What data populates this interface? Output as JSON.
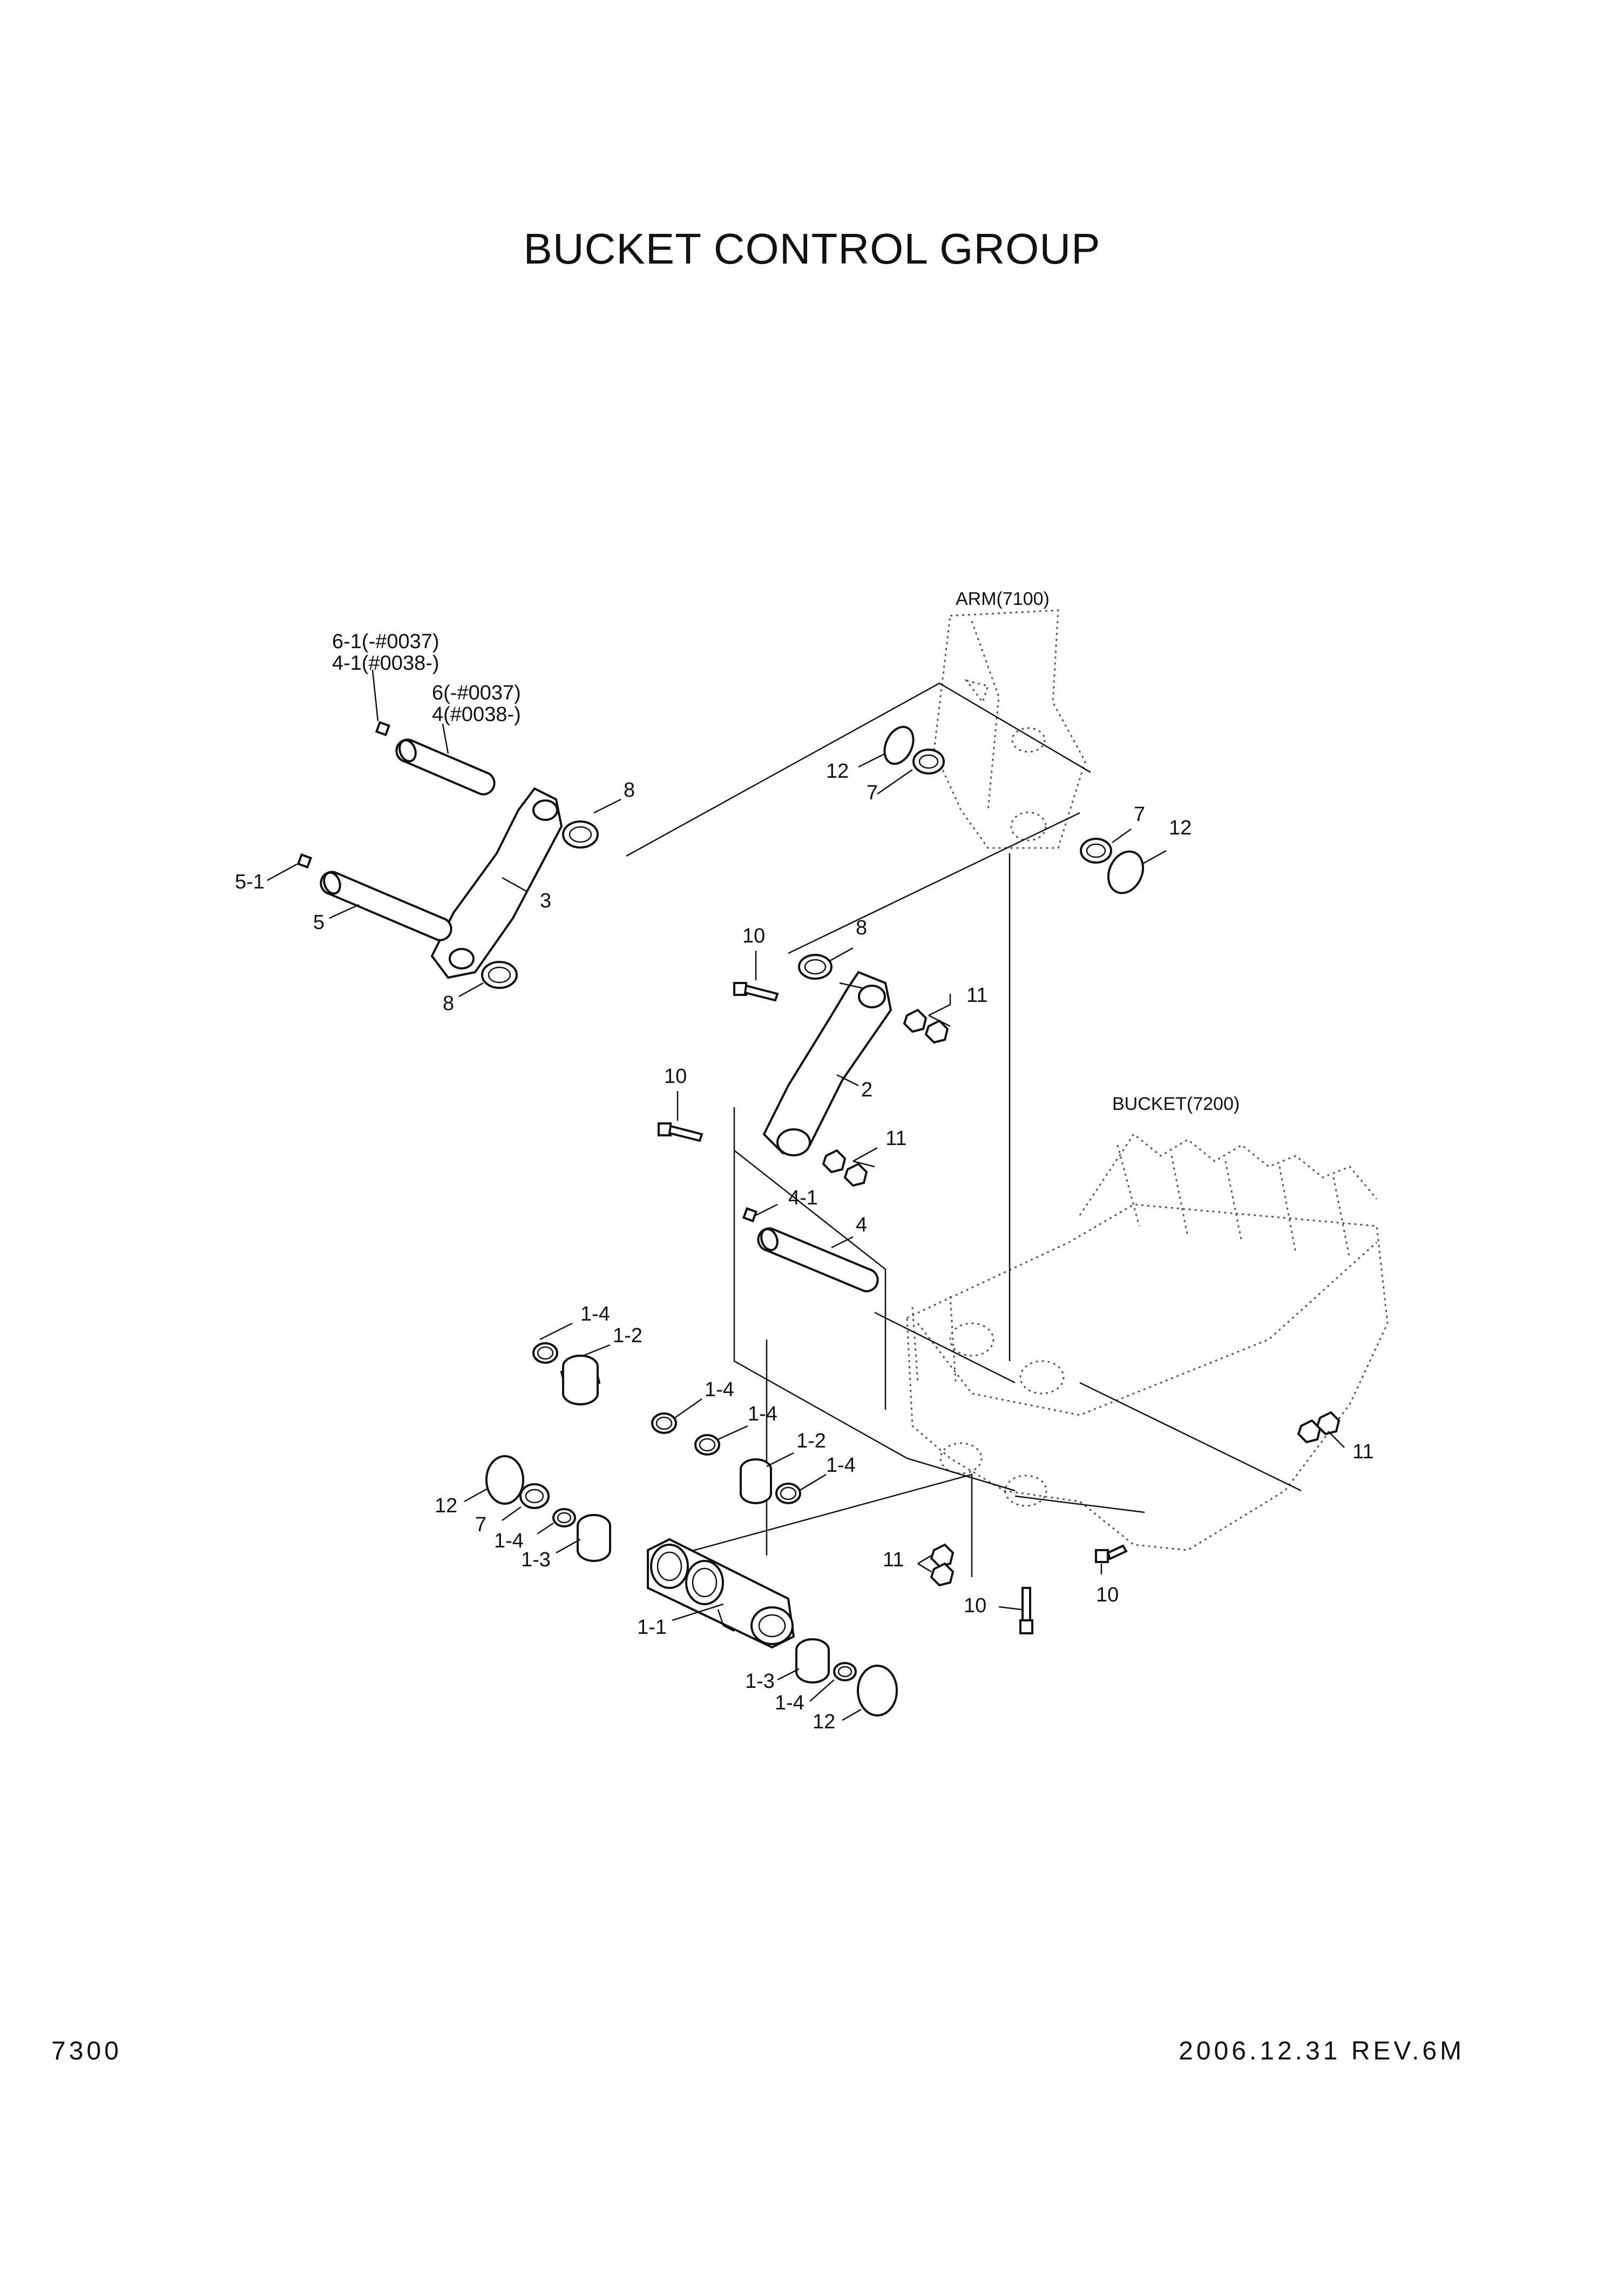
{
  "title": "BUCKET CONTROL GROUP",
  "footer": {
    "page_number": "7300",
    "date_rev": "2006.12.31   REV.6M"
  },
  "refs": {
    "arm": "ARM(7100)",
    "bucket": "BUCKET(7200)"
  },
  "callouts": {
    "c61": "6-1(-#0037)",
    "c41a": "4-1(#0038-)",
    "c6": "6(-#0037)",
    "c4a": "4(#0038-)",
    "c51": "5-1",
    "c5": "5",
    "c3": "3",
    "c8a": "8",
    "c8b": "8",
    "c8c": "8",
    "c12a": "12",
    "c7a": "7",
    "c7b": "7",
    "c12b": "12",
    "c10a": "10",
    "c11a": "11",
    "c10b": "10",
    "c2": "2",
    "c11b": "11",
    "c41b": "4-1",
    "c4b": "4",
    "c14a": "1-4",
    "c12p": "1-2",
    "c14b": "1-4",
    "c14c": "1-4",
    "c12q": "1-2",
    "c14d": "1-4",
    "c12c": "12",
    "c7c": "7",
    "c14e": "1-4",
    "c13a": "1-3",
    "c11": "1-1",
    "c13b": "1-3",
    "c14f": "1-4",
    "c12d": "12",
    "c11c": "11",
    "c10c": "10",
    "c10d": "10",
    "c11d": "11"
  }
}
